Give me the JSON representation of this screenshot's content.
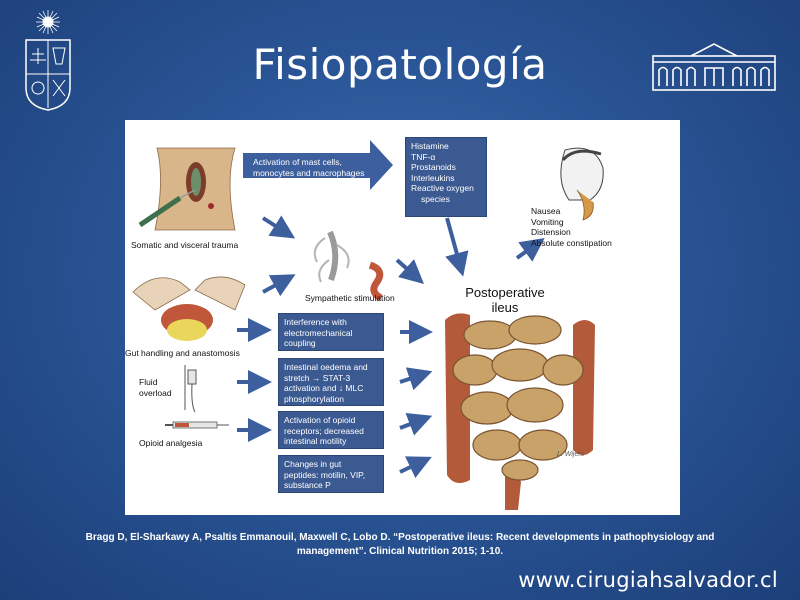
{
  "slide": {
    "title": "Fisiopatología",
    "citation_line1": "Bragg D, El-Sharkawy A, Psaltis Emmanouil, Maxwell C, Lobo D. “Postoperative ileus: Recent developments in pathophysiology and",
    "citation_line2": "management”. Clinical Nutrition 2015;  1-10.",
    "website": "www.cirugiahsalvador.cl"
  },
  "figure": {
    "causes": {
      "trauma": "Somatic and visceral trauma",
      "gut_handling": "Gut handling and anastomosis",
      "fluid_line1": "Fluid",
      "fluid_line2": "overload",
      "opioid": "Opioid analgesia"
    },
    "mast_cells_box": [
      "Activation of mast cells,",
      "monocytes and macrophages"
    ],
    "mediators_box": [
      "Histamine",
      "TNF-α",
      "Prostanoids",
      "Interleukins",
      "Reactive oxygen",
      "species"
    ],
    "sympathetic": "Sympathetic stimulation",
    "mechanism_boxes": [
      [
        "Interference with",
        "electromechanical",
        "coupling"
      ],
      [
        "Intestinal oedema and",
        "stretch → STAT-3",
        "activation and ↓ MLC",
        "phosphorylation"
      ],
      [
        "Activation of opioid",
        "receptors; decreased",
        "intestinal motility"
      ],
      [
        "Changes in gut",
        "peptides: motilin, VIP,",
        "substance P"
      ]
    ],
    "symptoms": [
      "Nausea",
      "Vomiting",
      "Distension",
      "Absolute constipation"
    ],
    "outcome_line1": "Postoperative",
    "outcome_line2": "ileus",
    "signature": "L. Wijers"
  },
  "colors": {
    "background": "#2a5596",
    "box_fill": "#3c5a92",
    "arrow": "#3d5f9e",
    "bowel": "#c9a26a",
    "colon": "#b35a3a"
  }
}
